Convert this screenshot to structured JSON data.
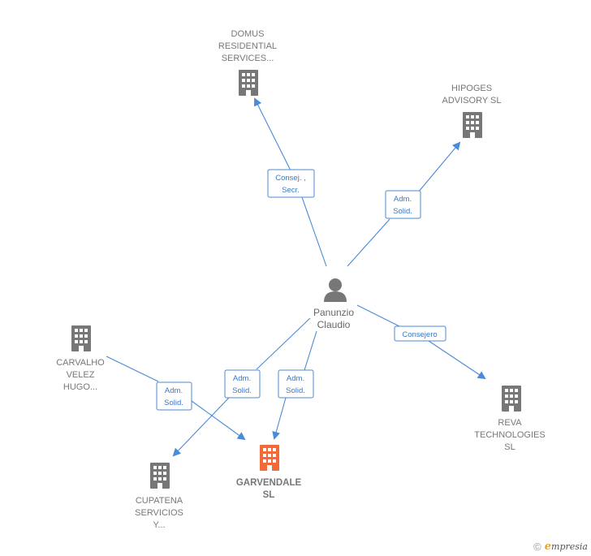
{
  "person": {
    "name_line1": "Panunzio",
    "name_line2": "Claudio"
  },
  "companies": {
    "domus": {
      "lines": [
        "DOMUS",
        "RESIDENTIAL",
        "SERVICES..."
      ]
    },
    "hipoges": {
      "lines": [
        "HIPOGES",
        "ADVISORY  SL"
      ]
    },
    "carvalho": {
      "lines": [
        "CARVALHO",
        "VELEZ",
        "HUGO..."
      ]
    },
    "reva": {
      "lines": [
        "REVA",
        "TECHNOLOGIES",
        "SL"
      ]
    },
    "cupatena": {
      "lines": [
        "CUPATENA",
        "SERVICIOS",
        "Y..."
      ]
    },
    "garvendale": {
      "lines": [
        "GARVENDALE",
        "SL"
      ]
    }
  },
  "edges": {
    "domus": {
      "lines": [
        "Consej. ,",
        "Secr."
      ]
    },
    "hipoges": {
      "lines": [
        "Adm.",
        "Solid."
      ]
    },
    "reva": {
      "lines": [
        "Consejero"
      ]
    },
    "garvendale": {
      "lines": [
        "Adm.",
        "Solid."
      ]
    },
    "cupatena": {
      "lines": [
        "Adm.",
        "Solid."
      ]
    },
    "carvalho": {
      "lines": [
        "Adm.",
        "Solid."
      ]
    }
  },
  "colors": {
    "building": "#777777",
    "building_central": "#f26a38",
    "edge": "#4a8ad6",
    "person": "#777777"
  },
  "footer": {
    "copyright": "©",
    "brand_initial": "e",
    "brand_rest": "mpresia"
  }
}
